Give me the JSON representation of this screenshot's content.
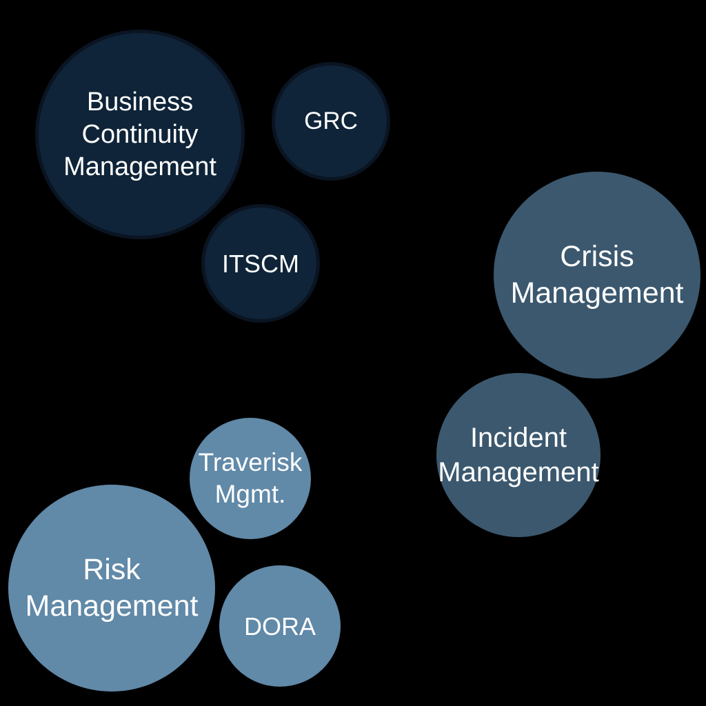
{
  "diagram": {
    "type": "bubble-diagram",
    "background": "#000000",
    "colors": {
      "dark_fill": "#0F2438",
      "dark_border": "#0A1422",
      "slate_fill": "#3B586E",
      "light_fill": "#6189A8",
      "label_text": "#FFFFFF"
    },
    "bubbles": [
      {
        "id": "business-continuity-management",
        "label": "Business Continuity Management",
        "lines": [
          "Business",
          "Continuity",
          "Management"
        ],
        "tier": "dark"
      },
      {
        "id": "grc",
        "label": "GRC",
        "lines": [
          "GRC"
        ],
        "tier": "dark"
      },
      {
        "id": "itscm",
        "label": "ITSCM",
        "lines": [
          "ITSCM"
        ],
        "tier": "dark"
      },
      {
        "id": "crisis-management",
        "label": "Crisis Management",
        "lines": [
          "Crisis",
          "Management"
        ],
        "tier": "slate"
      },
      {
        "id": "incident-management",
        "label": "Incident Management",
        "lines": [
          "Incident",
          "Management"
        ],
        "tier": "slate"
      },
      {
        "id": "traverisk-mgmt",
        "label": "Traverisk Mgmt.",
        "lines": [
          "Traverisk",
          "Mgmt."
        ],
        "tier": "light"
      },
      {
        "id": "risk-management",
        "label": "Risk Management",
        "lines": [
          "Risk",
          "Management"
        ],
        "tier": "light"
      },
      {
        "id": "dora",
        "label": "DORA",
        "lines": [
          "DORA"
        ],
        "tier": "light"
      }
    ]
  }
}
